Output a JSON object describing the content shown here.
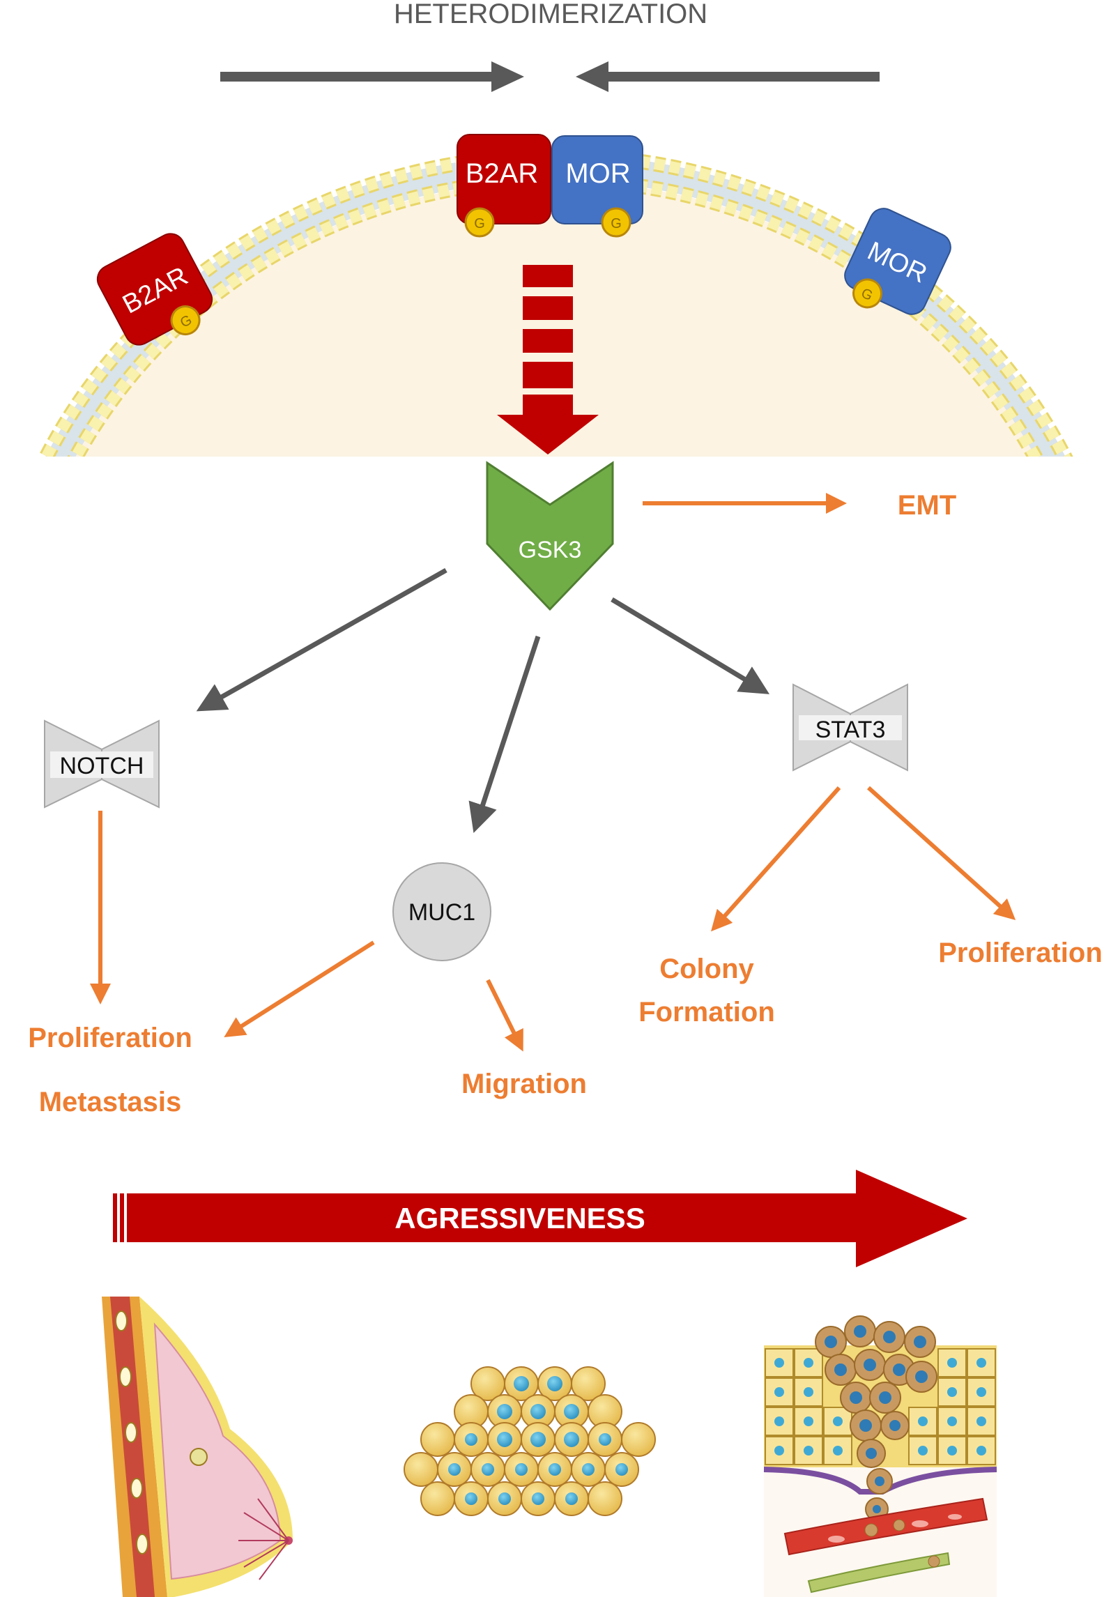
{
  "title": "HETERODIMERIZATION",
  "receptors": {
    "b2ar_left": "B2AR",
    "b2ar_center": "B2AR",
    "mor_center": "MOR",
    "mor_right": "MOR",
    "g_protein": "G"
  },
  "nodes": {
    "gsk3": "GSK3",
    "notch": "NOTCH",
    "stat3": "STAT3",
    "muc1": "MUC1"
  },
  "outcomes": {
    "emt": "EMT",
    "proliferation_left": "Proliferation",
    "metastasis": "Metastasis",
    "migration": "Migration",
    "colony_line1": "Colony",
    "colony_line2": "Formation",
    "proliferation_right": "Proliferation"
  },
  "aggressiveness": "AGRESSIVENESS",
  "colors": {
    "membrane_fill": "#FCF3E2",
    "lipid_head": "#F9F1AE",
    "b2ar": "#C00000",
    "mor": "#4472C4",
    "gsk3": "#70AD47",
    "outcome_text": "#ED7D31",
    "arrow_gray": "#595959",
    "big_arrow": "#C00000"
  }
}
